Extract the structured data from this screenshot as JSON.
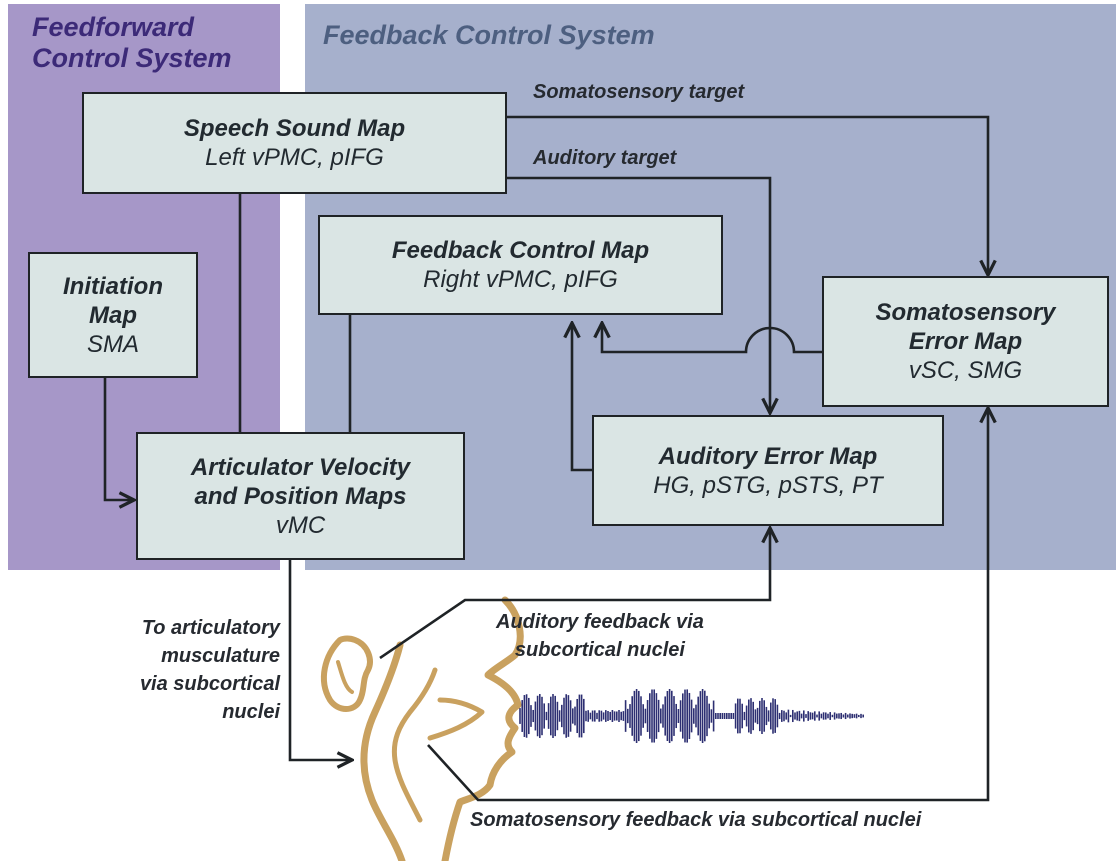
{
  "colors": {
    "feedforward_region": "#a697c8",
    "feedback_region": "#a6b0cc",
    "box_fill": "#dae5e4",
    "box_border": "#1f2326",
    "feedforward_title": "#3c2a78",
    "feedback_title": "#4d5f80",
    "head_outline": "#c9a15f",
    "waveform": "#2d2f72"
  },
  "regions": {
    "feedforward": {
      "title": "Feedforward\nControl System"
    },
    "feedback": {
      "title": "Feedback Control System"
    }
  },
  "nodes": {
    "speech_sound_map": {
      "title": "Speech Sound Map",
      "subtitle": "Left vPMC, pIFG"
    },
    "initiation_map": {
      "title": "Initiation\nMap",
      "subtitle": "SMA"
    },
    "feedback_control_map": {
      "title": "Feedback Control Map",
      "subtitle": "Right vPMC, pIFG"
    },
    "somatosensory_error_map": {
      "title": "Somatosensory\nError Map",
      "subtitle": "vSC, SMG"
    },
    "auditory_error_map": {
      "title": "Auditory Error Map",
      "subtitle": "HG, pSTG, pSTS, PT"
    },
    "articulator_maps": {
      "title": "Articulator Velocity\nand Position Maps",
      "subtitle": "vMC"
    }
  },
  "labels": {
    "somatosensory_target": "Somatosensory target",
    "auditory_target": "Auditory target",
    "to_musculature": "To articulatory\nmusculature\nvia subcortical\nnuclei",
    "auditory_feedback": "Auditory feedback via\nsubcortical nuclei",
    "somatosensory_feedback": "Somatosensory feedback via subcortical nuclei"
  },
  "icons": {
    "head": "speaker-head-icon",
    "ear": "ear-icon",
    "waveform": "sound-waveform-icon"
  }
}
